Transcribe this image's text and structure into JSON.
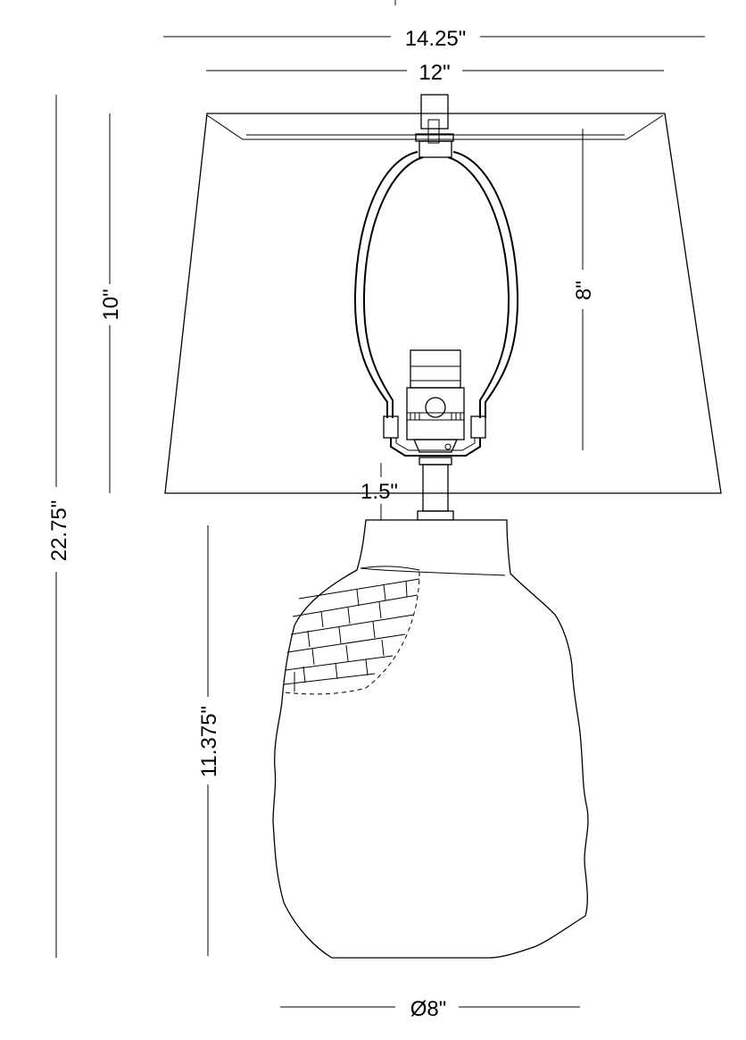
{
  "dimensions": {
    "overall_width": "14.25\"",
    "shade_top_width": "12\"",
    "overall_height": "22.75\"",
    "shade_height": "10\"",
    "harp_height": "8\"",
    "neck_height": "1.5\"",
    "base_height": "11.375\"",
    "base_diameter": "Ø8\""
  },
  "colors": {
    "line": "#000000",
    "background": "#ffffff"
  }
}
